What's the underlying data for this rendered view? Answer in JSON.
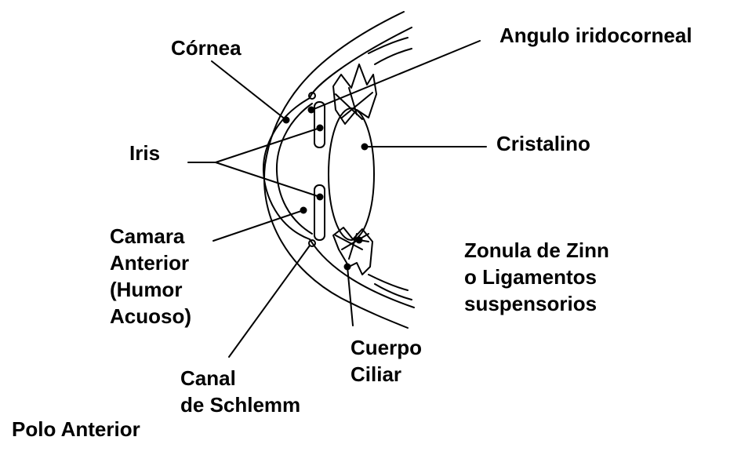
{
  "labels": {
    "cornea": "Córnea",
    "angulo": "Angulo iridocorneal",
    "iris": "Iris",
    "cristalino": "Cristalino",
    "camara": "Camara\nAnterior\n(Humor\nAcuoso)",
    "zonula": "Zonula de Zinn\no Ligamentos\nsuspensorios",
    "cuerpo": "Cuerpo\nCiliar",
    "canal": "Canal\nde Schlemm",
    "polo": "Polo Anterior"
  },
  "colors": {
    "ink": "#000000",
    "background": "#ffffff"
  }
}
